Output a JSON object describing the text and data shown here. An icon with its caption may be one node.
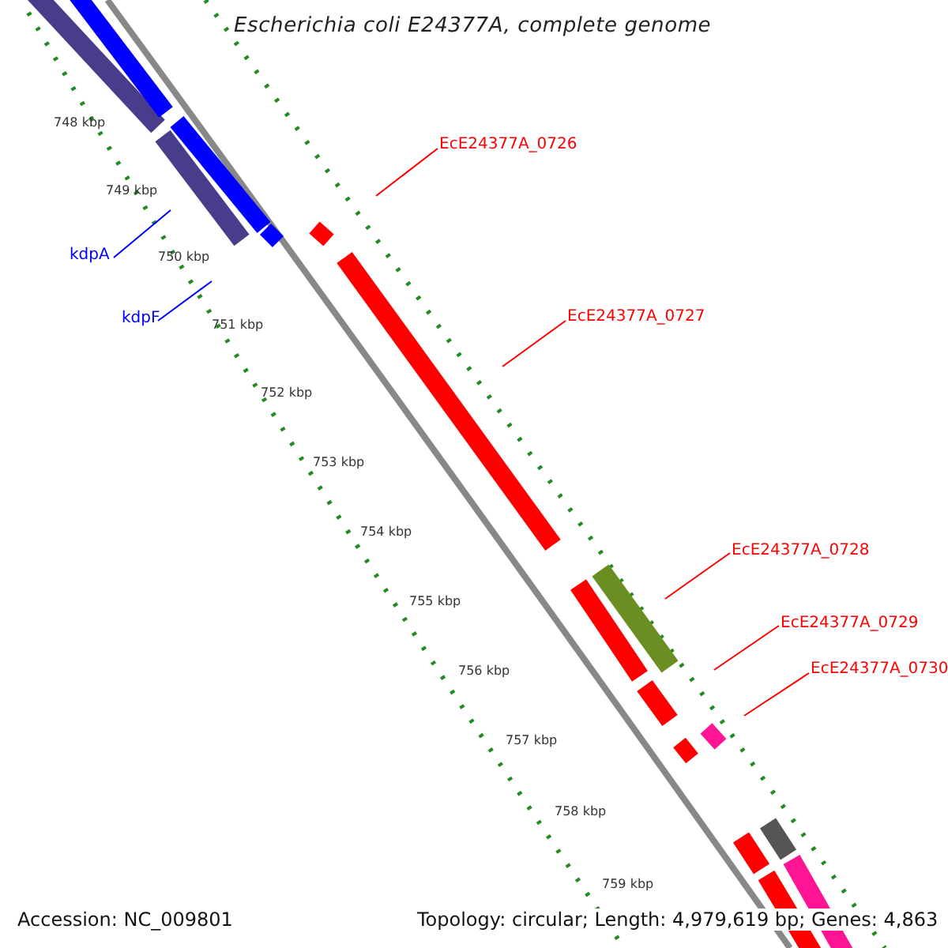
{
  "diagram": {
    "title": "Escherichia coli E24377A, complete genome",
    "nodes": [
      {
        "text": [
          "EcE24377A_0726"
        ]
      },
      {
        "text": [
          "kdpA"
        ]
      },
      {
        "text": [
          "EcE24377A_0727"
        ]
      },
      {
        "text": [
          "kdpF"
        ]
      },
      {
        "text": [
          "EcE24377A_0728"
        ]
      },
      {
        "text": [
          "EcE24377A_0729"
        ]
      },
      {
        "text": [
          "EcE24377A_0730"
        ]
      }
    ],
    "edges": [
      {
        "from": 0,
        "to": null,
        "arrow": "none"
      },
      {
        "from": 1,
        "to": null,
        "arrow": "none",
        "color": "#0000ff"
      },
      {
        "from": 2,
        "to": null,
        "arrow": "none"
      },
      {
        "from": 3,
        "to": null,
        "arrow": "none",
        "color": "#0000ff"
      },
      {
        "from": 4,
        "to": null,
        "arrow": "none"
      },
      {
        "from": 5,
        "to": null,
        "arrow": "none"
      },
      {
        "from": 6,
        "to": null,
        "arrow": "none"
      }
    ],
    "labels": [
      "748 kbp",
      "749 kbp",
      "750 kbp",
      "751 kbp",
      "752 kbp",
      "753 kbp",
      "754 kbp",
      "755 kbp",
      "756 kbp",
      "757 kbp",
      "758 kbp",
      "759 kbp",
      "Accession: NC_009801",
      "Topology: circular; Length: 4,979,619 bp; Genes: 4,863"
    ]
  }
}
